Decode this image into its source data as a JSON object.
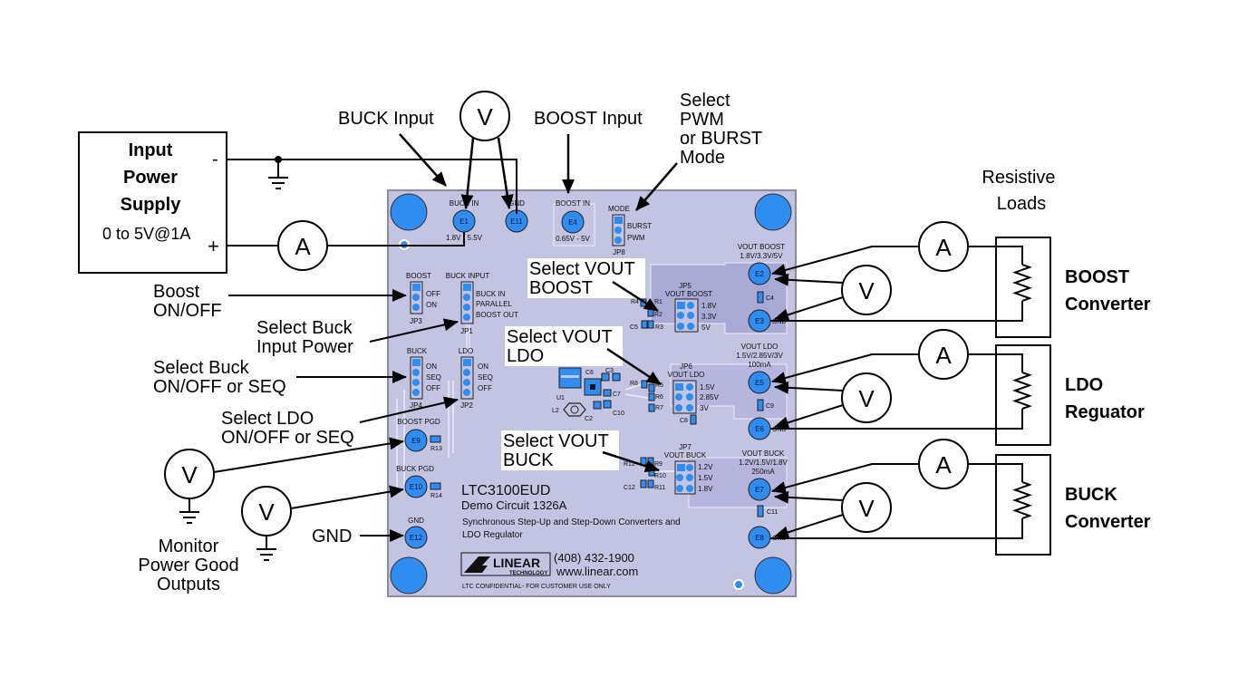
{
  "colors": {
    "board": "#c3c3e2",
    "board_border": "#8a8aa0",
    "pad": "#2f8cf0",
    "trace": "#e8e8f4",
    "wire": "#000000"
  },
  "supply": {
    "title_lines": [
      "Input",
      "Power",
      "Supply"
    ],
    "rating": "0 to 5V@1A",
    "minus": "-",
    "plus": "+"
  },
  "meters": {
    "ammeter_symbol": "A",
    "voltmeter_symbol": "V"
  },
  "callouts": {
    "buck_input": "BUCK Input",
    "boost_input": "BOOST Input",
    "mode": [
      "Select",
      "PWM",
      "or BURST",
      "Mode"
    ],
    "boost_onoff": [
      "Boost",
      "ON/OFF"
    ],
    "buck_input_power": [
      "Select  Buck",
      "Input Power"
    ],
    "buck_onoff": [
      "Select  Buck",
      "ON/OFF or SEQ"
    ],
    "ldo_onoff": [
      "Select  LDO",
      "ON/OFF or SEQ"
    ],
    "monitor_pgood": [
      "Monitor",
      "Power Good",
      "Outputs"
    ],
    "gnd": "GND",
    "vout_boost": [
      "Select VOUT",
      "BOOST"
    ],
    "vout_ldo": [
      "Select VOUT",
      "LDO"
    ],
    "vout_buck": [
      "Select VOUT",
      "BUCK"
    ],
    "resistive_loads": [
      "Resistive",
      "Loads"
    ]
  },
  "loads": [
    {
      "name_lines": [
        "BOOST",
        "Converter"
      ]
    },
    {
      "name_lines": [
        "LDO",
        "Reguator"
      ]
    },
    {
      "name_lines": [
        "BUCK",
        "Converter"
      ]
    }
  ],
  "board": {
    "part_number": "LTC3100EUD",
    "demo_circuit": "Demo Circuit 1326A",
    "description_lines": [
      "Synchronous Step-Up and Step-Down Converters and",
      "LDO Regulator"
    ],
    "phone": "(408) 432-1900",
    "website": "www.linear.com",
    "confidential": "LTC CONFIDENTIAL-   FOR CUSTOMER USE ONLY",
    "logo_text": "LINEAR",
    "logo_sub": "TECHNOLOGY",
    "terminals": {
      "buck_in": {
        "label": "BUCK IN",
        "id": "E1",
        "range": "1.8V - 5.5V"
      },
      "gnd_top": {
        "label": "GND",
        "id": "E11"
      },
      "boost_in": {
        "label": "BOOST IN",
        "id": "E4",
        "range": "0.65V - 5V"
      },
      "vout_boost": {
        "label": "VOUT BOOST",
        "range": "1.8V/3.3V/5V",
        "id": "E2",
        "gnd_id": "E3"
      },
      "vout_ldo": {
        "label": "VOUT LDO",
        "range": "1.5V/2.85V/3V",
        "current": "100mA",
        "id": "E5",
        "gnd_id": "E6"
      },
      "vout_buck": {
        "label": "VOUT BUCK",
        "range": "1.2V/1.5V/1.8V",
        "current": "250mA",
        "id": "E7",
        "gnd_id": "E8"
      },
      "boost_pgd": {
        "label": "BOOST PGD",
        "id": "E9",
        "res": "R13"
      },
      "buck_pgd": {
        "label": "BUCK PGD",
        "id": "E10",
        "res": "R14"
      },
      "gnd_bottom": {
        "label": "GND",
        "id": "E12"
      },
      "gnd_text": "GND"
    },
    "jumpers": {
      "jp8": {
        "id": "JP8",
        "title": "MODE",
        "options": [
          "BURST",
          "PWM"
        ]
      },
      "jp3": {
        "id": "JP3",
        "title": "BOOST",
        "options": [
          "OFF",
          "ON"
        ]
      },
      "jp1": {
        "id": "JP1",
        "title": "BUCK INPUT",
        "options": [
          "BUCK IN",
          "PARALLEL",
          "BOOST OUT"
        ]
      },
      "jp4": {
        "id": "JP4",
        "title": "BUCK",
        "options": [
          "ON",
          "SEQ",
          "OFF"
        ]
      },
      "jp2": {
        "id": "JP2",
        "title": "LDO",
        "options": [
          "ON",
          "SEQ",
          "OFF"
        ]
      },
      "jp5": {
        "id": "JP5",
        "title": "VOUT BOOST",
        "options": [
          "1.8V",
          "3.3V",
          "5V"
        ]
      },
      "jp6": {
        "id": "JP6",
        "title": "VOUT LDO",
        "options": [
          "1.5V",
          "2.85V",
          "3V"
        ]
      },
      "jp7": {
        "id": "JP7",
        "title": "VOUT BUCK",
        "options": [
          "1.2V",
          "1.5V",
          "1.8V"
        ]
      }
    },
    "components": {
      "boost": [
        "R4",
        "R1",
        "R2",
        "C5",
        "R3",
        "C4"
      ],
      "ldo": [
        "R8",
        "R5",
        "R6",
        "R7",
        "C8",
        "C9"
      ],
      "buck": [
        "R12",
        "R9",
        "R10",
        "C12",
        "R11",
        "C11"
      ],
      "core": [
        "C6",
        "C3",
        "U1",
        "C7",
        "L2",
        "C2",
        "C10"
      ]
    }
  }
}
